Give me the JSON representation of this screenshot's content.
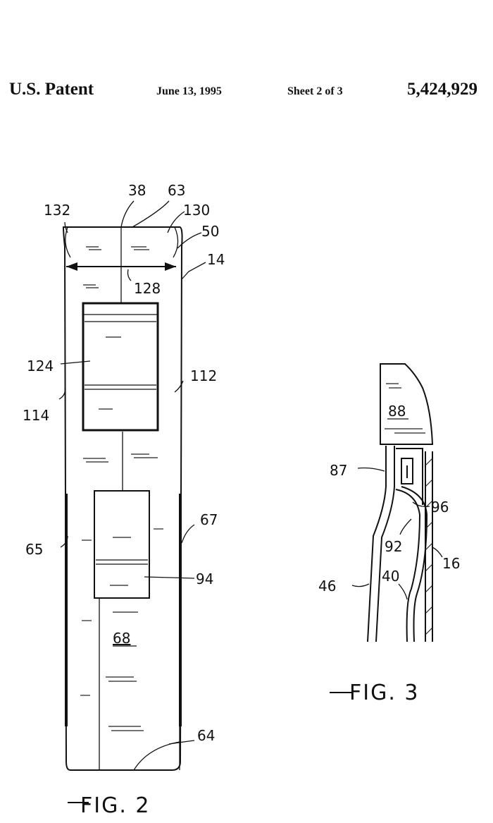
{
  "header": {
    "title": "U.S. Patent",
    "date": "June 13, 1995",
    "sheet": "Sheet 2 of 3",
    "patent_number": "5,424,929"
  },
  "fig2": {
    "caption": "FIG. 2",
    "refs": {
      "r38": "38",
      "r63": "63",
      "r132": "132",
      "r130": "130",
      "r50": "50",
      "r14": "14",
      "r128": "128",
      "r124": "124",
      "r112": "112",
      "r114": "114",
      "r67": "67",
      "r65": "65",
      "r94": "94",
      "r68": "68",
      "r64": "64"
    }
  },
  "fig3": {
    "caption": "FIG. 3",
    "refs": {
      "r88": "88",
      "r87": "87",
      "r96": "96",
      "r92": "92",
      "r16": "16",
      "r46": "46",
      "r40": "40"
    }
  }
}
